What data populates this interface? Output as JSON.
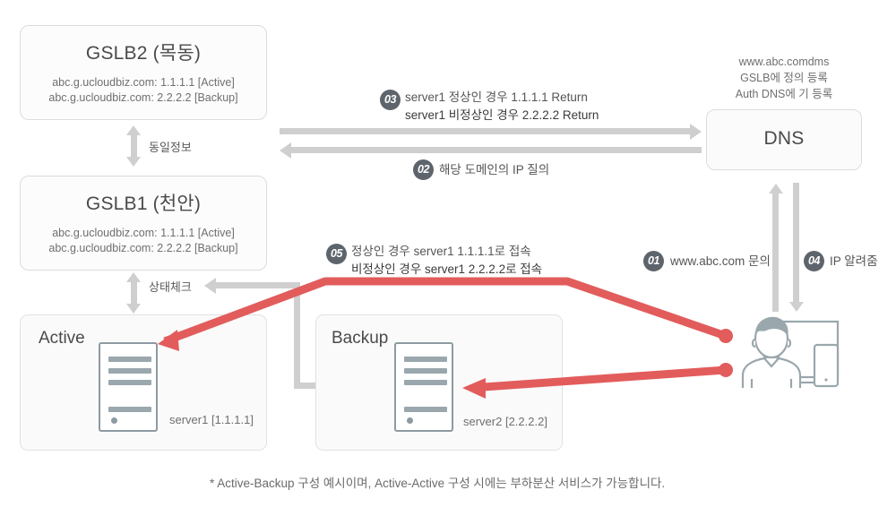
{
  "diagram": {
    "title_footnote": "* Active-Backup 구성 예시이며, Active-Active 구성 시에는 부하분산 서비스가 가능합니다.",
    "accent_red": "#e25c5c",
    "arrow_gray": "#cfcfcf",
    "badge_gray": "#5e646b"
  },
  "gslb2": {
    "title": "GSLB2 (목동)",
    "record_active": "abc.g.ucloudbiz.com: 1.1.1.1 [Active]",
    "record_backup": "abc.g.ucloudbiz.com: 2.2.2.2 [Backup]"
  },
  "gslb1": {
    "title": "GSLB1 (천안)",
    "record_active": "abc.g.ucloudbiz.com: 1.1.1.1 [Active]",
    "record_backup": "abc.g.ucloudbiz.com: 2.2.2.2 [Backup]"
  },
  "dns": {
    "title": "DNS",
    "note_line1": "www.abc.comdms",
    "note_line2": "GSLB에 정의 등록",
    "note_line3": "Auth DNS에 기 등록"
  },
  "connectors": {
    "sync_label": "동일정보",
    "healthcheck_label": "상태체크"
  },
  "active_panel": {
    "label": "Active",
    "server_label": "server1 [1.1.1.1]"
  },
  "backup_panel": {
    "label": "Backup",
    "server_label": "server2 [2.2.2.2]"
  },
  "steps": [
    {
      "num": "01",
      "line1": "www.abc.com 문의",
      "line2": ""
    },
    {
      "num": "02",
      "line1": "해당 도메인의 IP 질의",
      "line2": ""
    },
    {
      "num": "03",
      "line1": "server1 정상인 경우 1.1.1.1 Return",
      "line2": "server1 비정상인 경우 2.2.2.2 Return"
    },
    {
      "num": "04",
      "line1": "IP 알려줌",
      "line2": ""
    },
    {
      "num": "05",
      "line1": "정상인 경우 server1 1.1.1.1로 접속",
      "line2": "비정상인 경우 server1 2.2.2.2로 접속"
    }
  ],
  "client": {
    "icon": "user-with-monitor-and-phone"
  }
}
